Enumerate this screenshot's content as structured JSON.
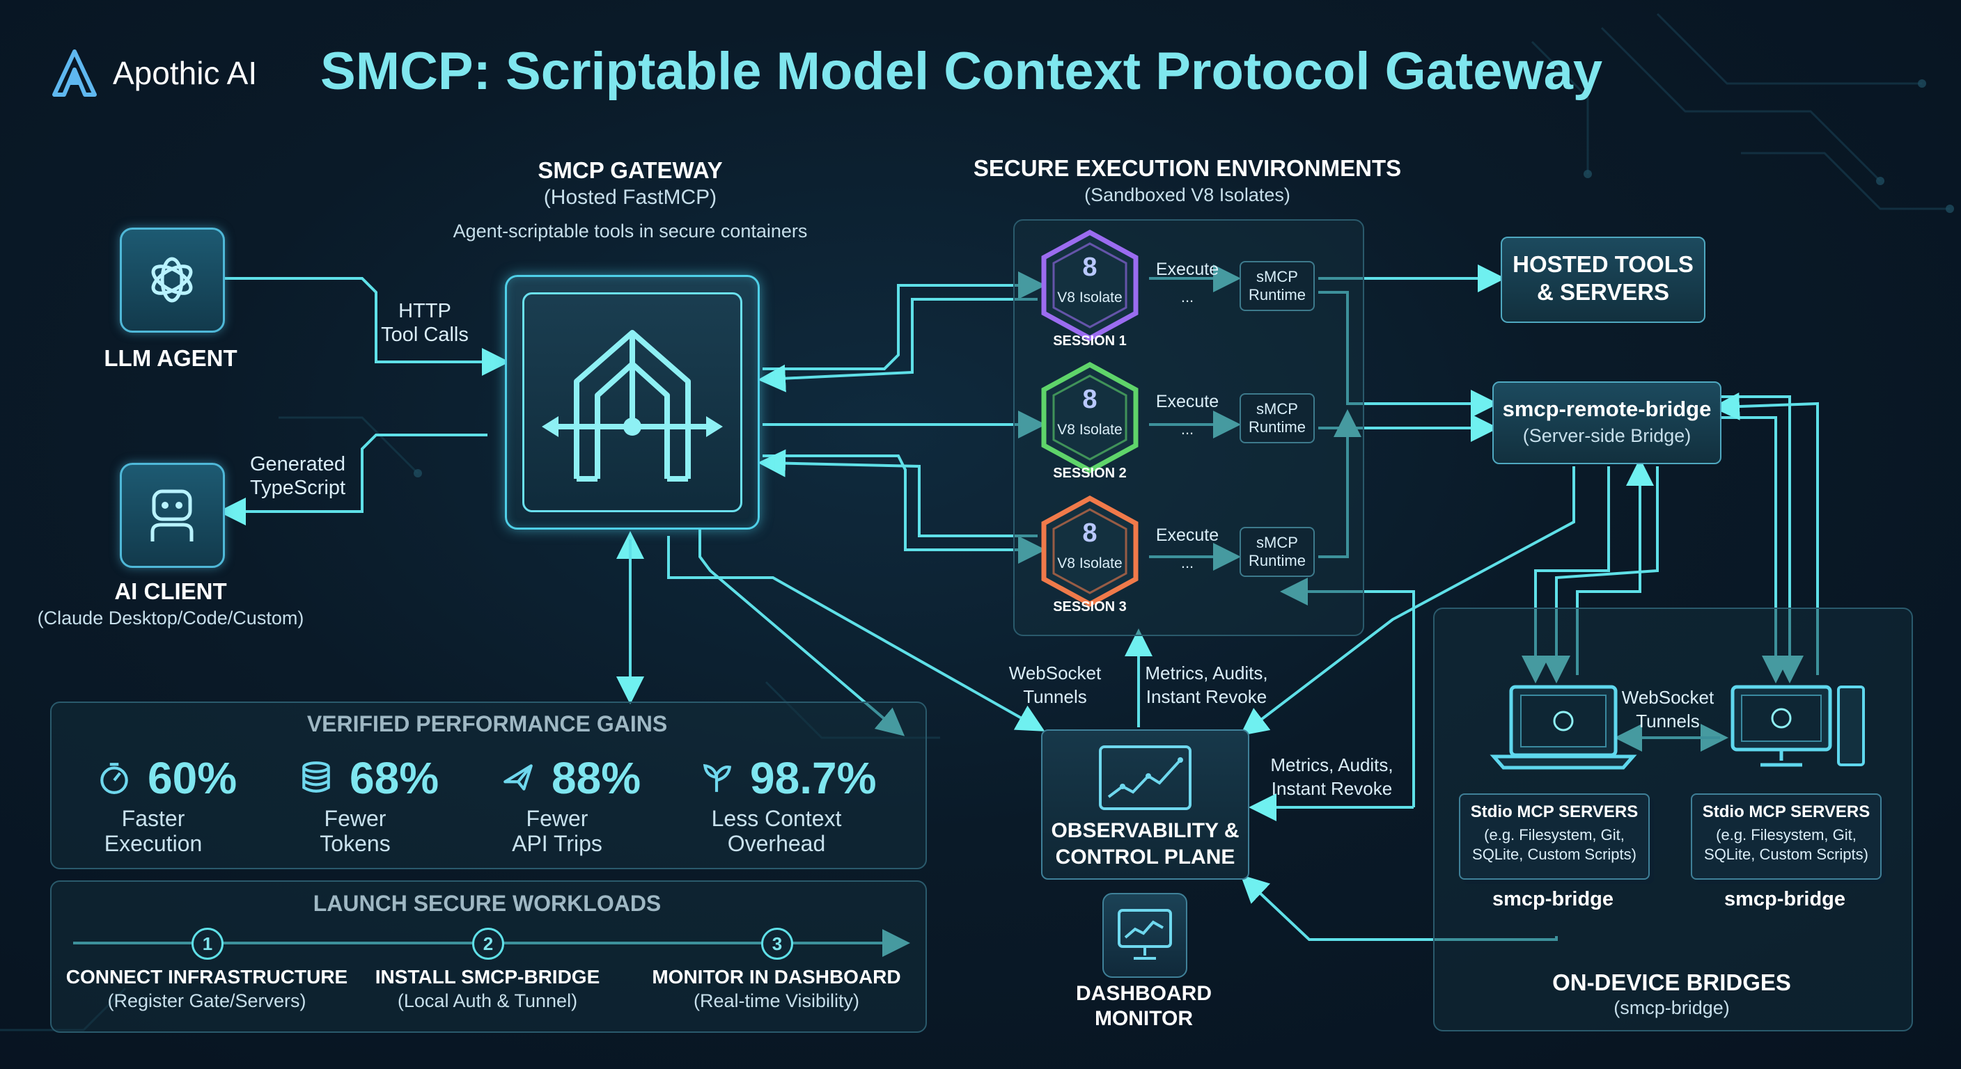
{
  "brand": {
    "name": "Apothic AI"
  },
  "title": "SMCP: Scriptable Model Context Protocol Gateway",
  "gateway": {
    "title": "SMCP GATEWAY",
    "subtitle": "(Hosted FastMCP)",
    "description": "Agent-scriptable tools in secure containers"
  },
  "llm_agent": {
    "label": "LLM AGENT"
  },
  "ai_client": {
    "label": "AI CLIENT",
    "sublabel": "(Claude Desktop/Code/Custom)"
  },
  "edges": {
    "http_tool_calls": "HTTP\nTool Calls",
    "generated_ts": "Generated\nTypeScript",
    "websocket_tunnels": "WebSocket\nTunnels",
    "metrics_top": "Metrics, Audits,\nInstant Revoke",
    "metrics_right": "Metrics, Audits,\nInstant Revoke",
    "websocket_tunnels_devices": "WebSocket\nTunnels"
  },
  "secure_env": {
    "title": "SECURE EXECUTION ENVIRONMENTS",
    "subtitle": "(Sandboxed V8 Isolates)",
    "sessions": [
      {
        "label": "SESSION 1",
        "isolate": "V8 Isolate",
        "execute": "Execute",
        "ellipsis": "...",
        "runtime": "sMCP\nRuntime",
        "color": "#9b6cf0"
      },
      {
        "label": "SESSION 2",
        "isolate": "V8 Isolate",
        "execute": "Execute",
        "ellipsis": "...",
        "runtime": "sMCP\nRuntime",
        "color": "#5fd46a"
      },
      {
        "label": "SESSION 3",
        "isolate": "V8 Isolate",
        "execute": "Execute",
        "ellipsis": "...",
        "runtime": "sMCP\nRuntime",
        "color": "#f07a4a"
      }
    ]
  },
  "hosted_tools": {
    "label": "HOSTED TOOLS\n& SERVERS"
  },
  "remote_bridge": {
    "title": "smcp-remote-bridge",
    "subtitle": "(Server-side Bridge)"
  },
  "observability": {
    "label": "OBSERVABILITY &\nCONTROL PLANE"
  },
  "dashboard": {
    "label": "DASHBOARD\nMONITOR"
  },
  "on_device": {
    "title": "ON-DEVICE BRIDGES",
    "subtitle": "(smcp-bridge)",
    "devices": [
      {
        "servers_title": "Stdio MCP SERVERS",
        "servers_desc": "(e.g. Filesystem, Git,\nSQLite, Custom Scripts)",
        "bridge": "smcp-bridge"
      },
      {
        "servers_title": "Stdio MCP SERVERS",
        "servers_desc": "(e.g. Filesystem, Git,\nSQLite, Custom Scripts)",
        "bridge": "smcp-bridge"
      }
    ]
  },
  "performance": {
    "title": "VERIFIED PERFORMANCE GAINS",
    "items": [
      {
        "value": "60%",
        "label": "Faster\nExecution",
        "icon": "stopwatch-icon"
      },
      {
        "value": "68%",
        "label": "Fewer\nTokens",
        "icon": "database-icon"
      },
      {
        "value": "88%",
        "label": "Fewer\nAPI Trips",
        "icon": "airplane-icon"
      },
      {
        "value": "98.7%",
        "label": "Less Context\nOverhead",
        "icon": "plant-icon"
      }
    ]
  },
  "launch": {
    "title": "LAUNCH SECURE WORKLOADS",
    "steps": [
      {
        "num": "1",
        "title": "CONNECT INFRASTRUCTURE",
        "desc": "(Register Gate/Servers)"
      },
      {
        "num": "2",
        "title": "INSTALL SMCP-BRIDGE",
        "desc": "(Local Auth & Tunnel)"
      },
      {
        "num": "3",
        "title": "MONITOR IN DASHBOARD",
        "desc": "(Real-time Visibility)"
      }
    ]
  },
  "colors": {
    "accent": "#4fd0e8",
    "title": "#7fe6ee",
    "line": "#5fe0e8"
  }
}
